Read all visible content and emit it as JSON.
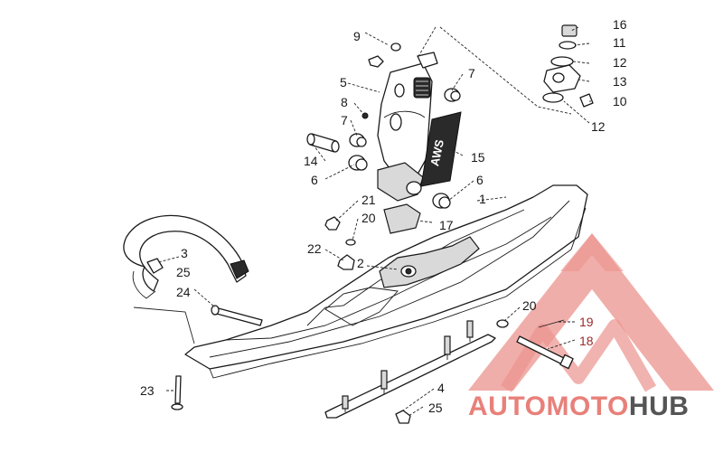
{
  "callouts": [
    {
      "id": "c16",
      "label": "16"
    },
    {
      "id": "c11",
      "label": "11"
    },
    {
      "id": "c12a",
      "label": "12"
    },
    {
      "id": "c13",
      "label": "13"
    },
    {
      "id": "c10",
      "label": "10"
    },
    {
      "id": "c12b",
      "label": "12"
    },
    {
      "id": "c9",
      "label": "9"
    },
    {
      "id": "c5",
      "label": "5"
    },
    {
      "id": "c7a",
      "label": "7"
    },
    {
      "id": "c8",
      "label": "8"
    },
    {
      "id": "c7b",
      "label": "7"
    },
    {
      "id": "c15",
      "label": "15"
    },
    {
      "id": "c14",
      "label": "14"
    },
    {
      "id": "c6a",
      "label": "6"
    },
    {
      "id": "c6b",
      "label": "6"
    },
    {
      "id": "c1",
      "label": "1"
    },
    {
      "id": "c21",
      "label": "21"
    },
    {
      "id": "c20a",
      "label": "20"
    },
    {
      "id": "c17",
      "label": "17"
    },
    {
      "id": "c22",
      "label": "22"
    },
    {
      "id": "c2",
      "label": "2"
    },
    {
      "id": "c3",
      "label": "3"
    },
    {
      "id": "c25a",
      "label": "25"
    },
    {
      "id": "c24",
      "label": "24"
    },
    {
      "id": "c20b",
      "label": "20"
    },
    {
      "id": "c19",
      "label": "19"
    },
    {
      "id": "c18",
      "label": "18"
    },
    {
      "id": "c23",
      "label": "23"
    },
    {
      "id": "c4",
      "label": "4"
    },
    {
      "id": "c25b",
      "label": "25"
    }
  ],
  "shock_decal": "AWS",
  "watermark": {
    "word_part1": "AUTOMOTO",
    "word_part2": "HUB",
    "color_red": "#e8807a",
    "color_gray": "#555555"
  }
}
